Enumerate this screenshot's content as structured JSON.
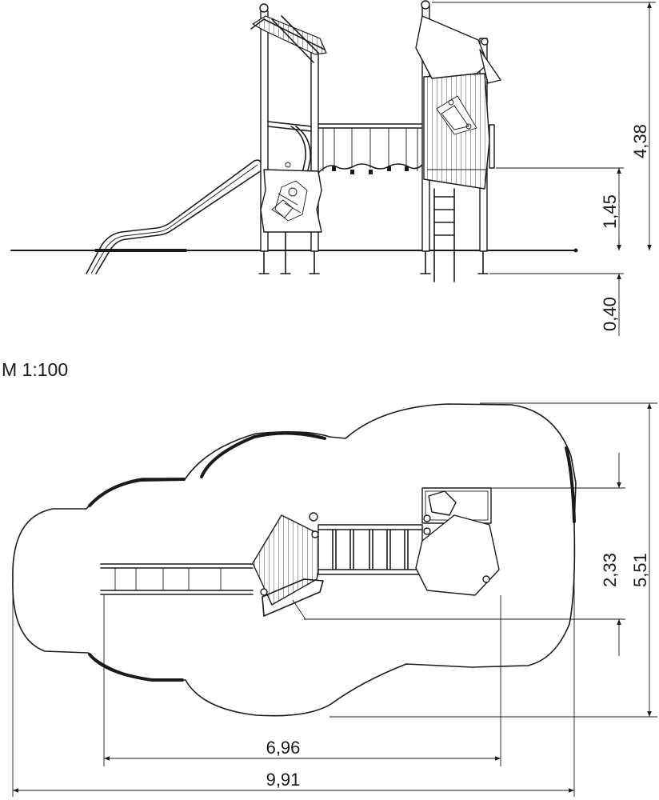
{
  "scale_label": "M 1:100",
  "elevation_view": {
    "height_total": "4,38",
    "platform_height": "1,45",
    "foundation_depth": "0,40"
  },
  "plan_view": {
    "depth_small": "2,33",
    "depth_total": "5,51",
    "length_equipment": "6,96",
    "length_total": "9,91"
  }
}
